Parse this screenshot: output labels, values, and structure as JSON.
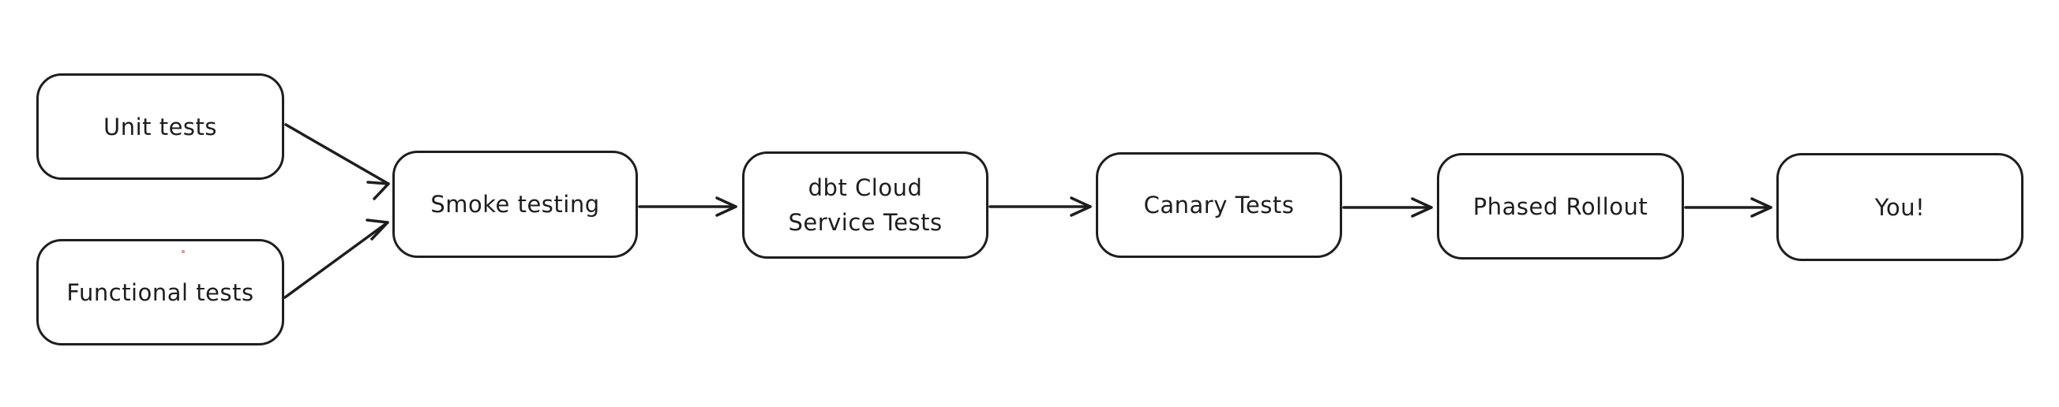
{
  "diagram": {
    "type": "flowchart",
    "background_color": "#ffffff",
    "node_fill_color": "#ffffff",
    "stroke_color": "#1e1e1e",
    "artifact_dot_color": "#df7272",
    "nodes": [
      {
        "id": "unit-tests",
        "label": "Unit tests"
      },
      {
        "id": "functional-tests",
        "label": "Functional tests"
      },
      {
        "id": "smoke-testing",
        "label": "Smoke testing"
      },
      {
        "id": "dbt-cloud-service-tests",
        "label": "dbt Cloud\nService Tests"
      },
      {
        "id": "canary-tests",
        "label": "Canary Tests"
      },
      {
        "id": "phased-rollout",
        "label": "Phased Rollout"
      },
      {
        "id": "you",
        "label": "You!"
      }
    ],
    "edges": [
      {
        "from": "unit-tests",
        "to": "smoke-testing"
      },
      {
        "from": "functional-tests",
        "to": "smoke-testing"
      },
      {
        "from": "smoke-testing",
        "to": "dbt-cloud-service-tests"
      },
      {
        "from": "dbt-cloud-service-tests",
        "to": "canary-tests"
      },
      {
        "from": "canary-tests",
        "to": "phased-rollout"
      },
      {
        "from": "phased-rollout",
        "to": "you"
      }
    ]
  }
}
